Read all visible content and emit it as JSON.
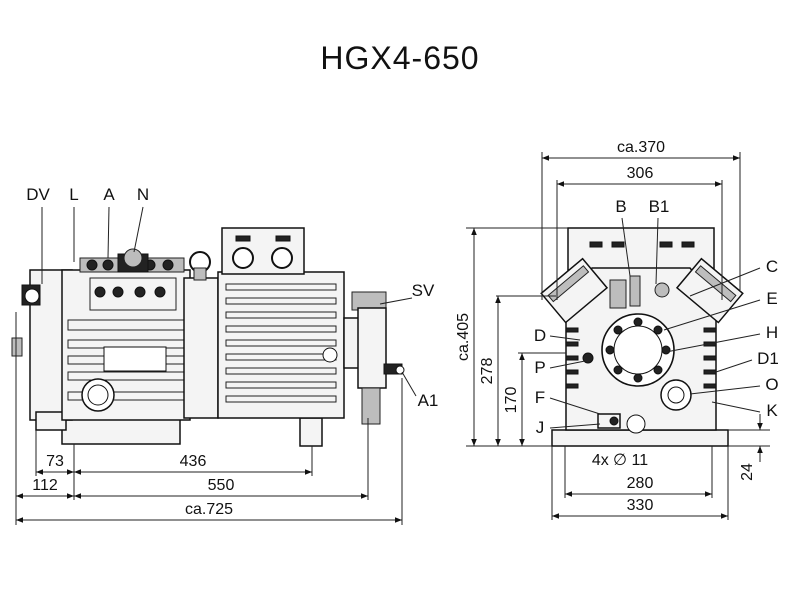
{
  "title": "HGX4-650",
  "side_view": {
    "labels": {
      "dv": "DV",
      "l": "L",
      "a": "A",
      "n": "N",
      "sv": "SV",
      "a1": "A1"
    },
    "dims": {
      "d73": "73",
      "d436": "436",
      "d112": "112",
      "d550": "550",
      "d725": "ca.725"
    }
  },
  "front_view": {
    "labels": {
      "b": "B",
      "b1": "B1",
      "c": "C",
      "e": "E",
      "h": "H",
      "d1": "D1",
      "o": "O",
      "k": "K",
      "d": "D",
      "p": "P",
      "f": "F",
      "j": "J"
    },
    "dims": {
      "d370": "ca.370",
      "d306": "306",
      "d405": "ca.405",
      "d278": "278",
      "d170": "170",
      "holes": "4x ∅ 11",
      "d280": "280",
      "d330": "330",
      "d24": "24"
    }
  }
}
